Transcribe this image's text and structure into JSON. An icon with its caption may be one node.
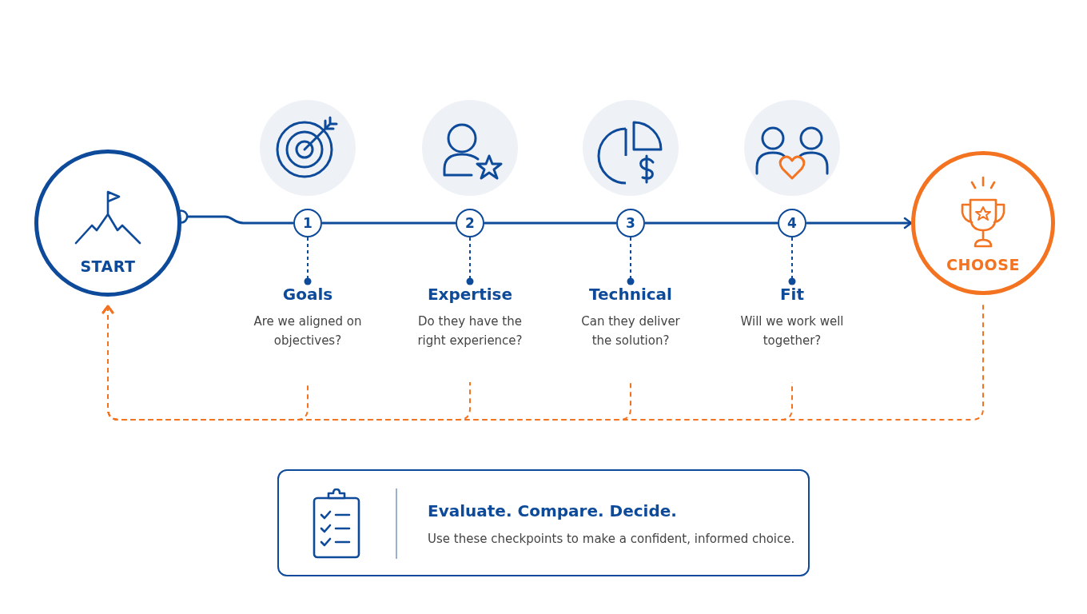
{
  "diagram": {
    "nodes": [
      {
        "text": [
          "START"
        ]
      },
      {
        "text": [
          "1"
        ]
      },
      {
        "text": [
          "2"
        ]
      },
      {
        "text": [
          "3"
        ]
      },
      {
        "text": [
          "4"
        ]
      },
      {
        "text": [
          "CHOOSE"
        ]
      },
      {
        "text": [
          "Goals",
          "Are we aligned on objectives?"
        ]
      },
      {
        "text": [
          "Expertise",
          "Do they have the right experience?"
        ]
      },
      {
        "text": [
          "Technical",
          "Can they deliver the solution?"
        ]
      },
      {
        "text": [
          "Fit",
          "Will we work well together?"
        ]
      },
      {
        "text": [
          "Evaluate. Compare. Decide.",
          "Use these checkpoints to make a confident, informed choice."
        ]
      }
    ],
    "edges": [
      {
        "from": 0,
        "to": 1,
        "arrow": "other"
      },
      {
        "from": 1,
        "to": 2,
        "arrow": "none"
      },
      {
        "from": 2,
        "to": 3,
        "arrow": "none"
      },
      {
        "from": 3,
        "to": 4,
        "arrow": "none"
      },
      {
        "from": 4,
        "to": 5,
        "arrow": "to"
      },
      {
        "from": 1,
        "to": 6,
        "arrow": "other",
        "style": "dashed"
      },
      {
        "from": 2,
        "to": 7,
        "arrow": "other",
        "style": "dashed"
      },
      {
        "from": 3,
        "to": 8,
        "arrow": "other",
        "style": "dashed"
      },
      {
        "from": 4,
        "to": 9,
        "arrow": "other",
        "style": "dashed"
      },
      {
        "from": 5,
        "to": 0,
        "arrow": "to",
        "style": "dashed",
        "color": "#f47320"
      },
      {
        "from": 6,
        "to": 0,
        "arrow": "to",
        "style": "dashed",
        "color": "#f47320"
      },
      {
        "from": 7,
        "to": 0,
        "arrow": "to",
        "style": "dashed",
        "color": "#f47320"
      },
      {
        "from": 8,
        "to": 0,
        "arrow": "to",
        "style": "dashed",
        "color": "#f47320"
      },
      {
        "from": 9,
        "to": 0,
        "arrow": "to",
        "style": "dashed",
        "color": "#f47320"
      }
    ]
  }
}
